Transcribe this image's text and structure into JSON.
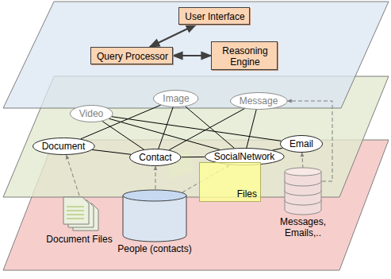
{
  "diagram": {
    "nodes": [
      {
        "text": [
          "User Interface"
        ]
      },
      {
        "text": [
          "Query Processor"
        ]
      },
      {
        "text": [
          "Reasoning Engine"
        ]
      },
      {
        "text": [
          "Video"
        ]
      },
      {
        "text": [
          "Image"
        ]
      },
      {
        "text": [
          "Message"
        ]
      },
      {
        "text": [
          "Document"
        ]
      },
      {
        "text": [
          "Email"
        ]
      },
      {
        "text": [
          "Contact"
        ]
      },
      {
        "text": [
          "SocialNetwork"
        ]
      },
      {
        "text": [
          "Files"
        ]
      },
      {
        "text": [
          "Document Files"
        ]
      },
      {
        "text": [
          "Messages, Emails,.."
        ]
      },
      {
        "text": [
          "People (contacts)"
        ]
      }
    ],
    "edges": [
      {
        "from": 0,
        "to": 1,
        "arrow": "both"
      },
      {
        "from": 1,
        "to": 2,
        "arrow": "both"
      },
      {
        "from": 8,
        "to": 3,
        "arrow": "none"
      },
      {
        "from": 8,
        "to": 4,
        "arrow": "none"
      },
      {
        "from": 8,
        "to": 5,
        "arrow": "none"
      },
      {
        "from": 8,
        "to": 6,
        "arrow": "none"
      },
      {
        "from": 8,
        "to": 9,
        "arrow": "none"
      },
      {
        "from": 9,
        "to": 3,
        "arrow": "none"
      },
      {
        "from": 9,
        "to": 4,
        "arrow": "none"
      },
      {
        "from": 9,
        "to": 5,
        "arrow": "none"
      },
      {
        "from": 9,
        "to": 7,
        "arrow": "none"
      },
      {
        "from": 6,
        "to": 4,
        "arrow": "none"
      },
      {
        "from": 7,
        "to": 3,
        "arrow": "none"
      },
      {
        "from": 11,
        "to": 6,
        "arrow": "to"
      },
      {
        "from": 13,
        "to": 8,
        "arrow": "to"
      },
      {
        "from": 13,
        "to": 9,
        "arrow": "to"
      },
      {
        "from": 12,
        "to": 7,
        "arrow": "to"
      },
      {
        "from": 12,
        "to": 5,
        "arrow": "to"
      }
    ]
  }
}
